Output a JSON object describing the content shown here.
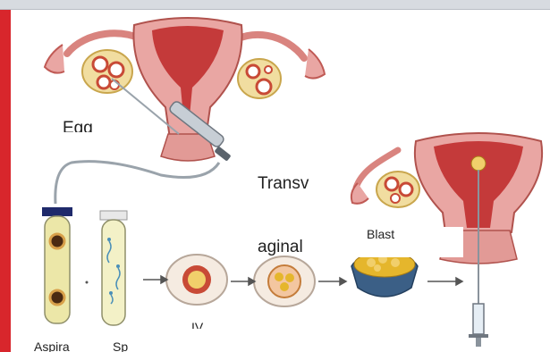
{
  "labels": {
    "egg": "Egg",
    "transvaginal_line1": "Transv",
    "transvaginal_line2": "aginal",
    "blast": "Blast",
    "ivf": "IV",
    "aspirate": "Aspira",
    "sperm": "Sp"
  },
  "colors": {
    "accent_bar": "#d8262c",
    "uterus": "#e9a6a3",
    "uterus_inner": "#c43a3a",
    "ovary": "#f1dda0",
    "follicle": "#c84a36",
    "embryo": "#e5b62c",
    "tube_yellow": "#ece7a8",
    "dish": "#f3c6a0"
  }
}
